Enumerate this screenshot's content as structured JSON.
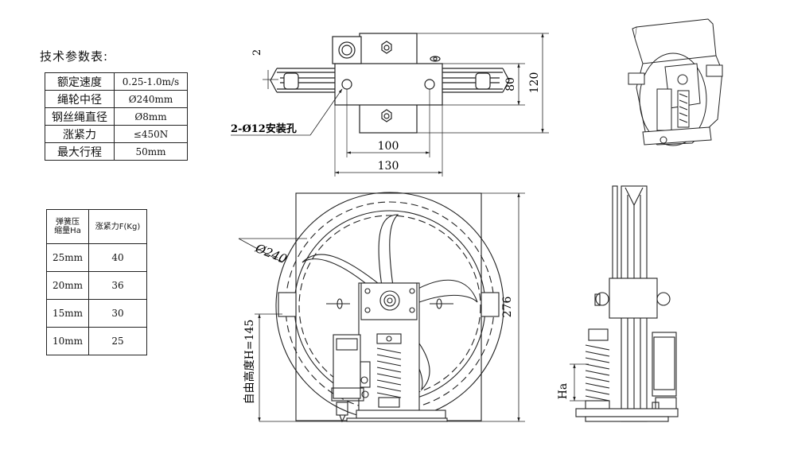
{
  "spec_table": {
    "title": "技术参数表:",
    "rows": [
      {
        "label": "额定速度",
        "value": "0.25-1.0m/s"
      },
      {
        "label": "绳轮中径",
        "value": "Ø240mm"
      },
      {
        "label": "钢丝绳直径",
        "value": "Ø8mm"
      },
      {
        "label": "涨紧力",
        "value": "≤450N"
      },
      {
        "label": "最大行程",
        "value": "50mm"
      }
    ]
  },
  "spring_table": {
    "header_col1_line1": "弹簧压",
    "header_col1_line2": "缩量Ha",
    "header_col2": "涨紧力F(Kg)",
    "rows": [
      {
        "compression": "25mm",
        "force": "40"
      },
      {
        "compression": "20mm",
        "force": "36"
      },
      {
        "compression": "15mm",
        "force": "30"
      },
      {
        "compression": "10mm",
        "force": "25"
      }
    ]
  },
  "dimensions": {
    "top_gap": "2",
    "hole_note": "2-Ø12安装孔",
    "width_100": "100",
    "width_130": "130",
    "height_80": "80",
    "height_120": "120",
    "diameter": "Ø240",
    "height_276": "276",
    "free_height": "自由高度H=145",
    "ha_label": "Ha"
  },
  "colors": {
    "line": "#222222",
    "background": "#ffffff"
  }
}
